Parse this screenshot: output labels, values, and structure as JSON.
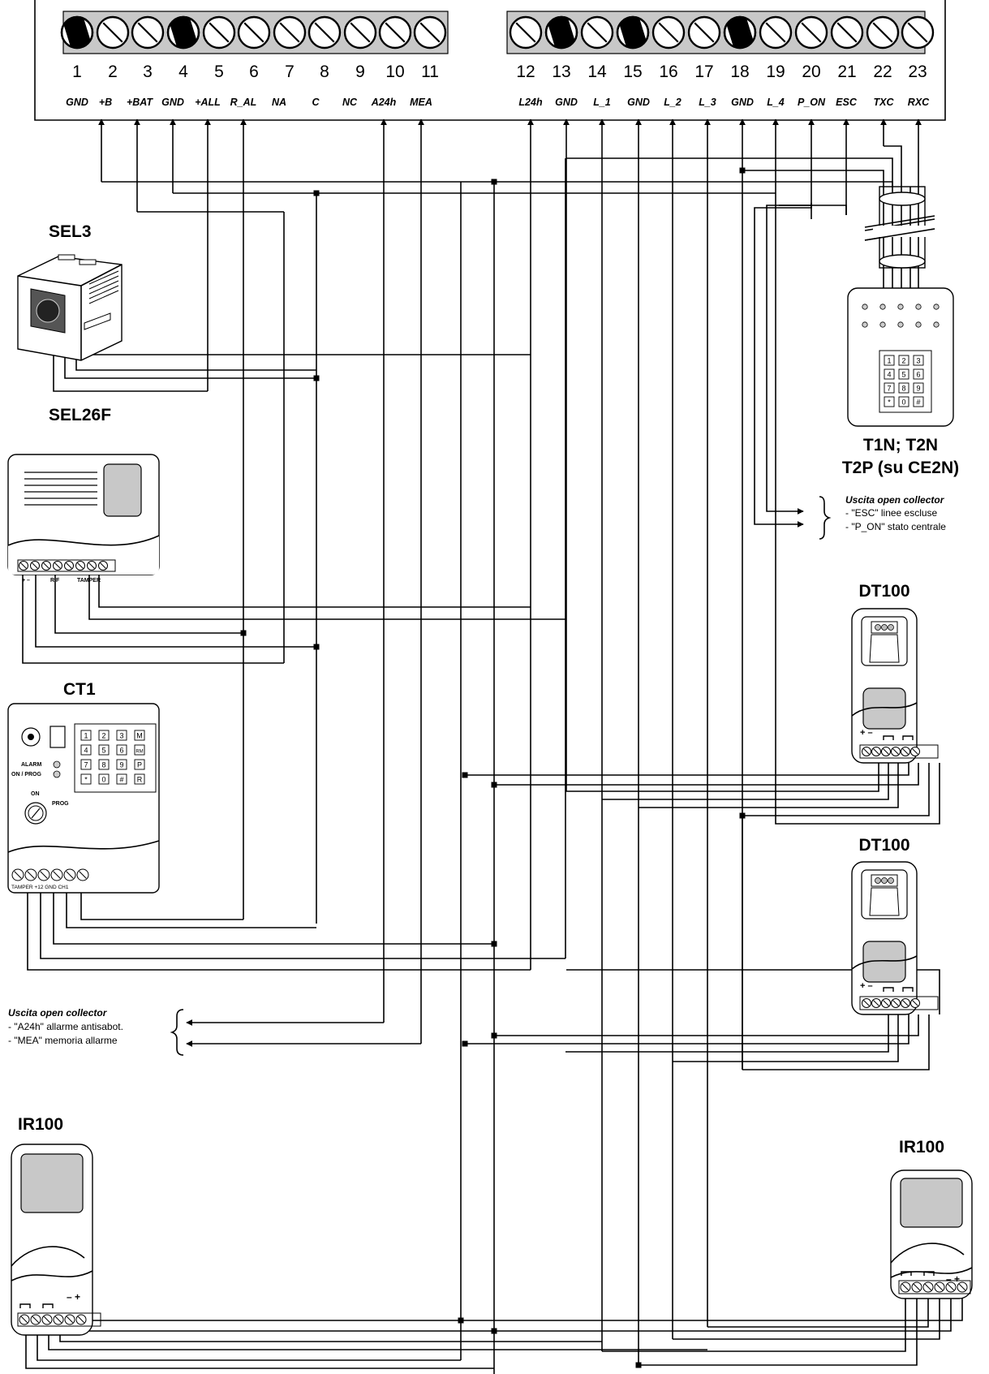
{
  "terminals": {
    "left": [
      {
        "num": "1",
        "label": "GND"
      },
      {
        "num": "2",
        "label": "+B"
      },
      {
        "num": "3",
        "label": "+BAT"
      },
      {
        "num": "4",
        "label": "GND"
      },
      {
        "num": "5",
        "label": "+ALL"
      },
      {
        "num": "6",
        "label": "R_AL"
      },
      {
        "num": "7",
        "label": "NA"
      },
      {
        "num": "8",
        "label": "C"
      },
      {
        "num": "9",
        "label": "NC"
      },
      {
        "num": "10",
        "label": "A24h"
      },
      {
        "num": "11",
        "label": "MEA"
      }
    ],
    "right": [
      {
        "num": "12",
        "label": "L24h"
      },
      {
        "num": "13",
        "label": "GND"
      },
      {
        "num": "14",
        "label": "L_1"
      },
      {
        "num": "15",
        "label": "GND"
      },
      {
        "num": "16",
        "label": "L_2"
      },
      {
        "num": "17",
        "label": "L_3"
      },
      {
        "num": "18",
        "label": "GND"
      },
      {
        "num": "19",
        "label": "L_4"
      },
      {
        "num": "20",
        "label": "P_ON"
      },
      {
        "num": "21",
        "label": "ESC"
      },
      {
        "num": "22",
        "label": "TXC"
      },
      {
        "num": "23",
        "label": "RXC"
      }
    ]
  },
  "devices": {
    "sel3": {
      "title": "SEL3"
    },
    "sel26f": {
      "title": "SEL26F",
      "labels": [
        "+ –",
        "RIF",
        "TAMPER"
      ]
    },
    "ct1": {
      "title": "CT1",
      "alarm": "ALARM",
      "onprog": "ON / PROG",
      "on": "ON",
      "prog": "PROG",
      "terminal_labels": "TAMPER +12 GND CH1",
      "keys": [
        "1",
        "2",
        "3",
        "M",
        "4",
        "5",
        "6",
        "RM",
        "7",
        "8",
        "9",
        "P",
        "*",
        "0",
        "#",
        "R"
      ]
    },
    "keypad": {
      "title1": "T1N; T2N",
      "title2": "T2P (su CE2N)",
      "keys": [
        "1",
        "2",
        "3",
        "4",
        "5",
        "6",
        "7",
        "8",
        "9",
        "*",
        "0",
        "#"
      ]
    },
    "dt100_1": {
      "title": "DT100",
      "terminal_marks": "+ –"
    },
    "dt100_2": {
      "title": "DT100",
      "terminal_marks": "+ –"
    },
    "ir100_1": {
      "title": "IR100",
      "terminal_marks": "– +"
    },
    "ir100_2": {
      "title": "IR100",
      "terminal_marks": "– +"
    }
  },
  "notes": {
    "open_collector_right": {
      "heading": "Uscita open collector",
      "lines": [
        "- \"ESC\" linee escluse",
        "- \"P_ON\" stato centrale"
      ]
    },
    "open_collector_left": {
      "heading": "Uscita open collector",
      "lines": [
        "- \"A24h\" allarme antisabot.",
        "- \"MEA\" memoria allarme"
      ]
    }
  }
}
